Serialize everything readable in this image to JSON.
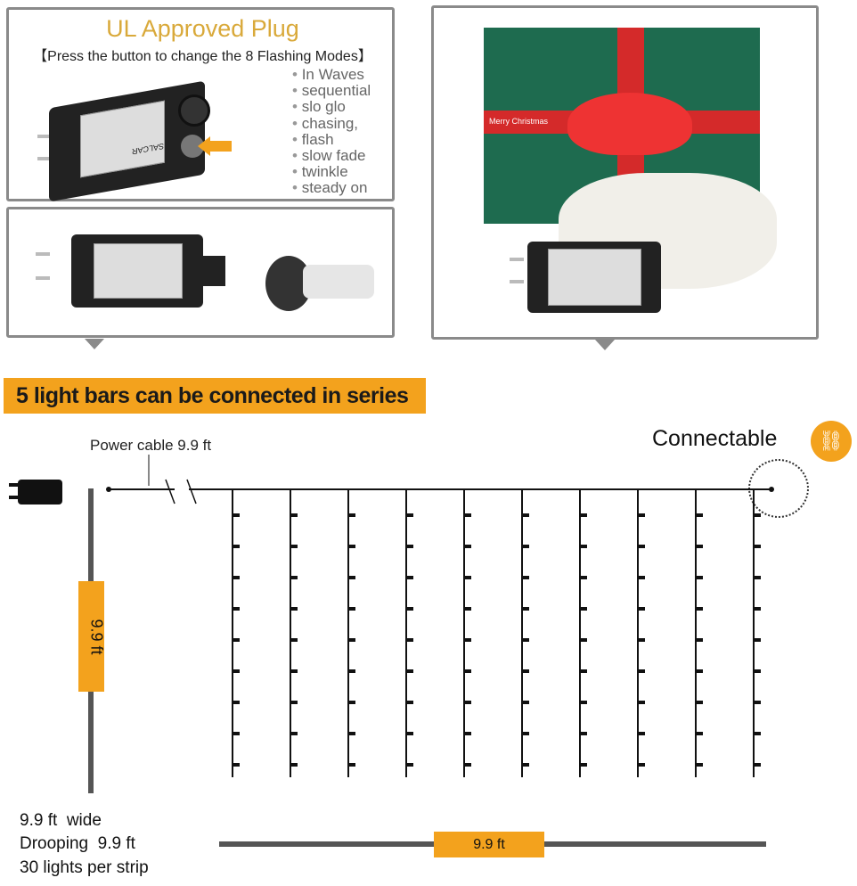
{
  "plug_panel": {
    "title": "UL Approved Plug",
    "subtitle": "【Press the button to change the 8 Flashing Modes】",
    "modes": [
      "In Waves",
      "sequential",
      "slo glo",
      "chasing,",
      "flash",
      "slow fade",
      "twinkle",
      "steady on"
    ],
    "brand_label": "SALCAR"
  },
  "gift_panel": {
    "ribbon_text": "Merry Christmas"
  },
  "banner": "5 light bars can be connected in series",
  "diagram": {
    "power_cable": "Power cable",
    "power_cable_length": "9.9 ft",
    "connectable": "Connectable",
    "height_label": "9.9 ft",
    "width_label": "9.9 ft",
    "strands": 10
  },
  "specs": {
    "wide_value": "9.9 ft",
    "wide": "wide",
    "drooping": "Drooping",
    "drooping_value": "9.9 ft",
    "lights": "30 lights per strip"
  },
  "colors": {
    "accent": "#f3a21d",
    "title_gold": "#d9a93a",
    "border": "#8a8a8a",
    "box_green": "#1e6b4f",
    "ribbon_red": "#d42a2a"
  }
}
